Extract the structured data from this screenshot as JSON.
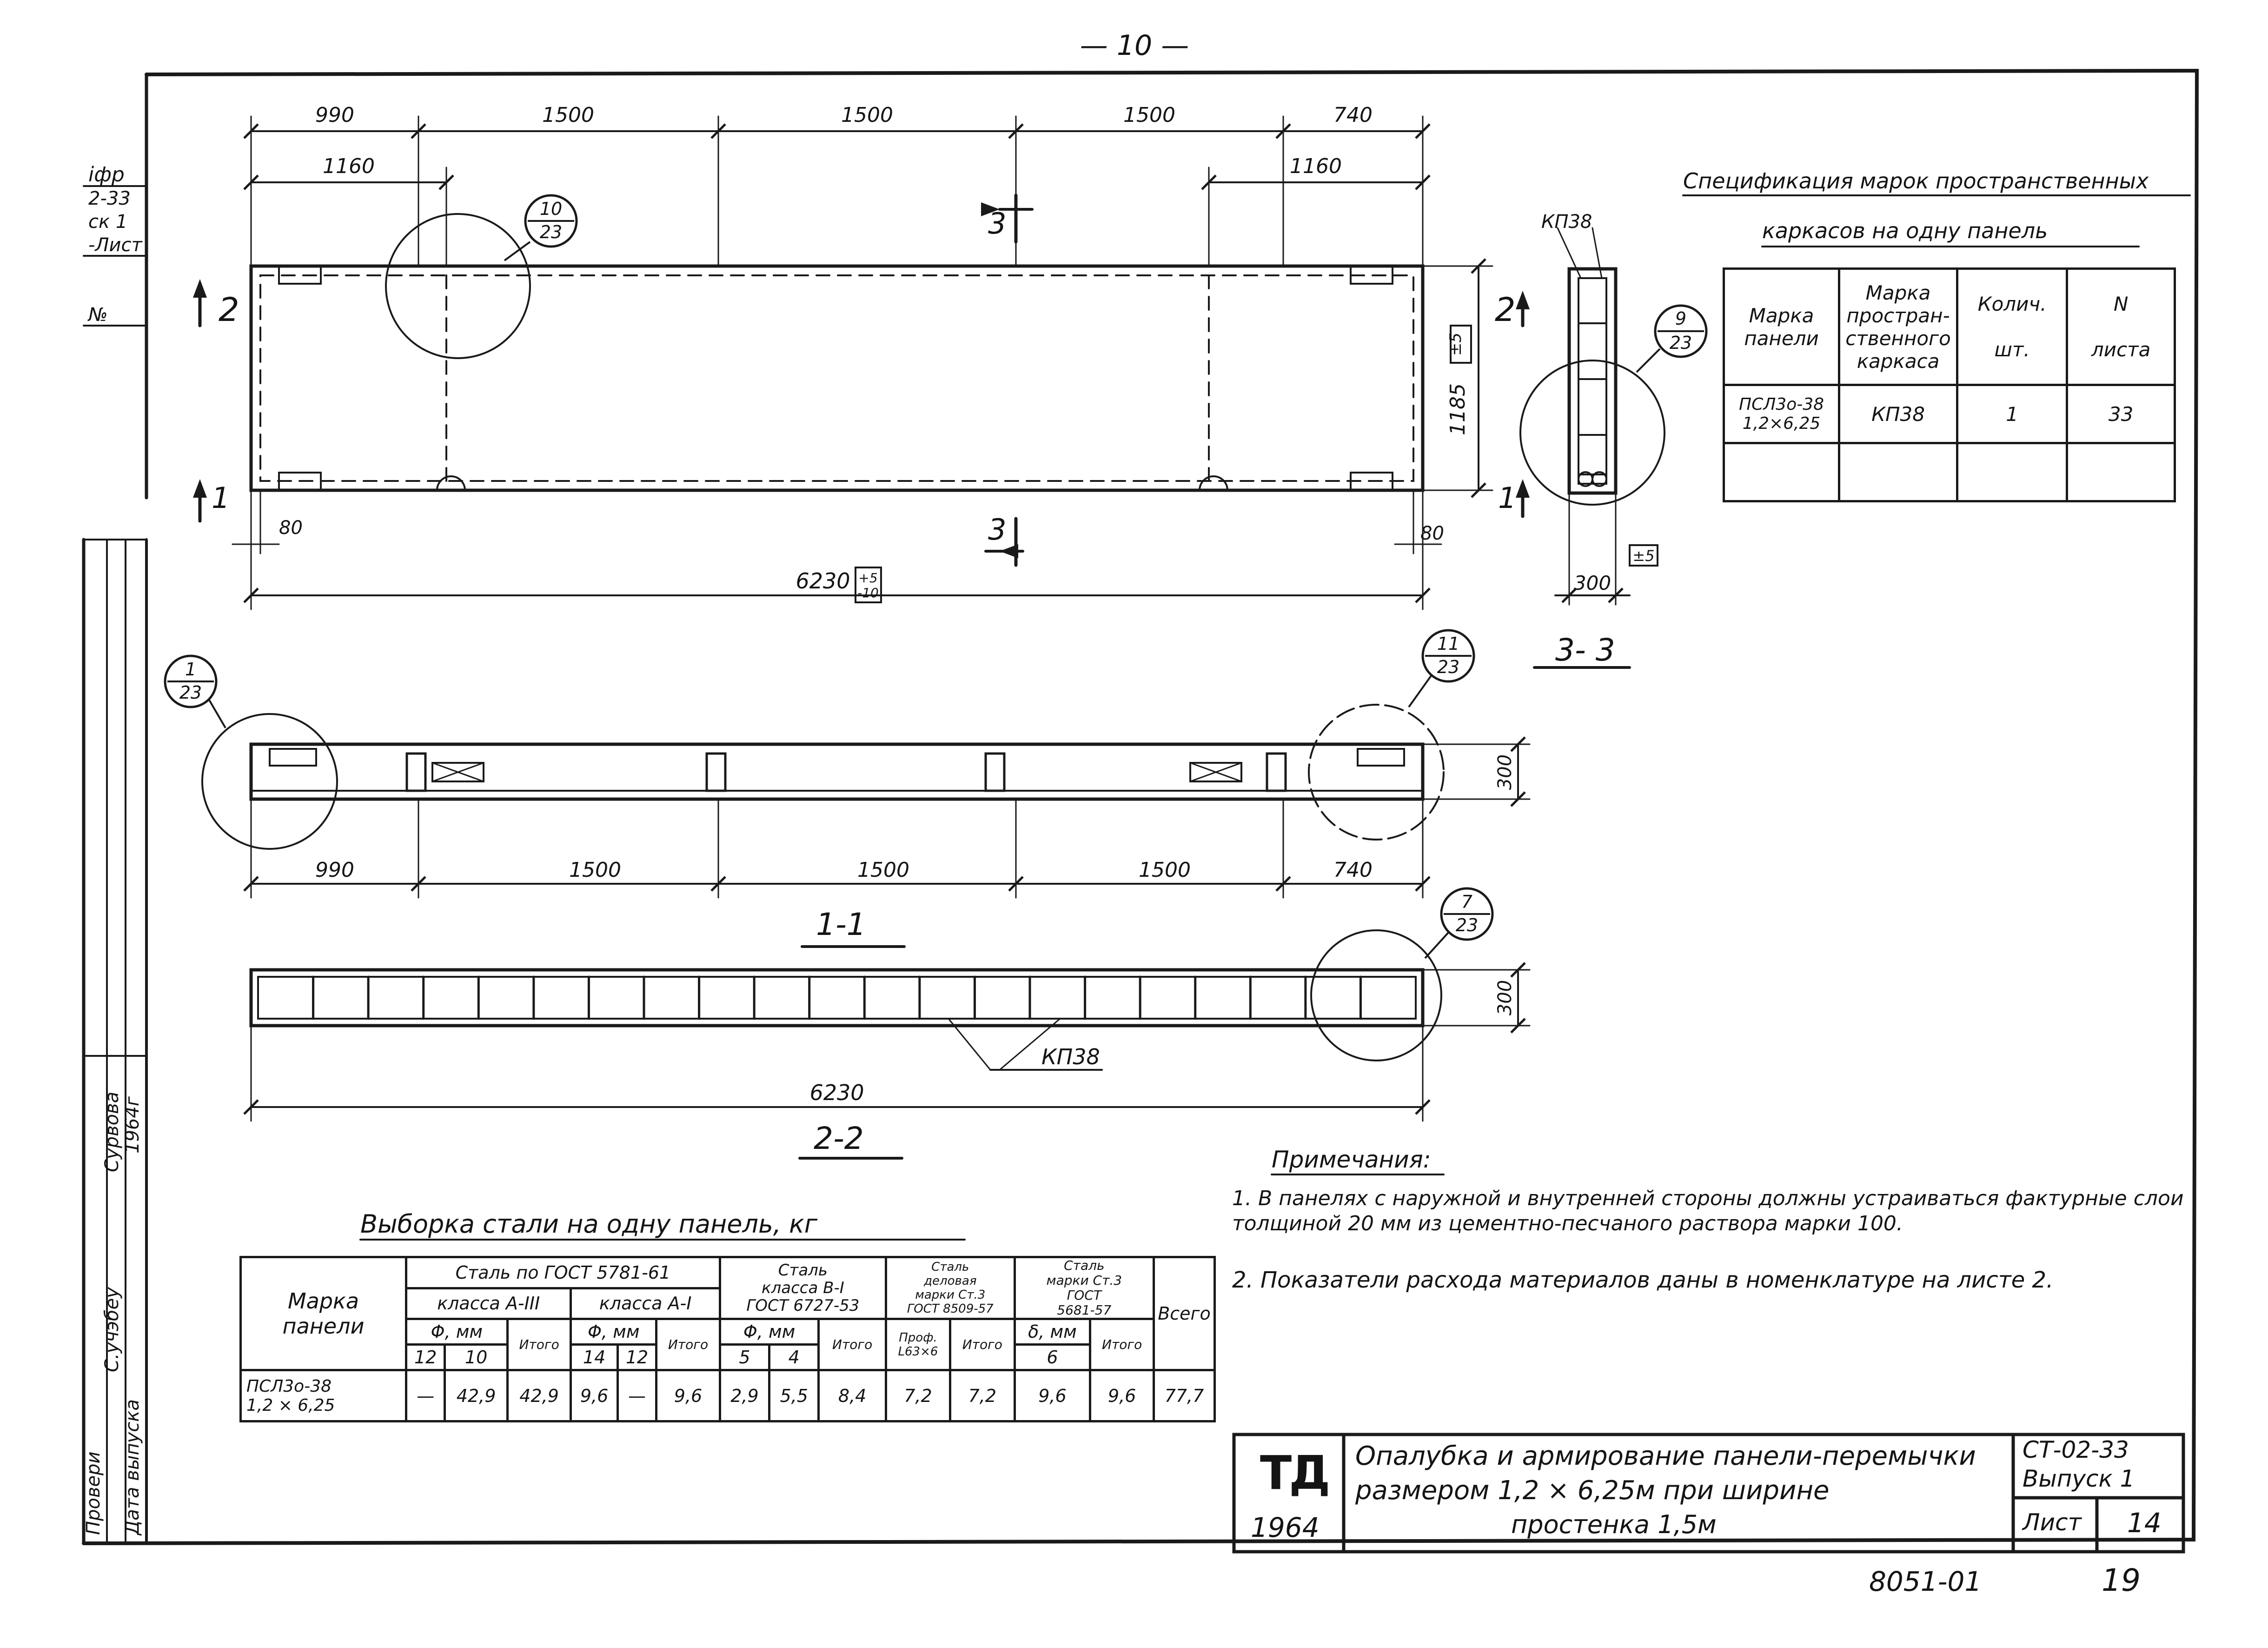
{
  "page_number_top": "— 10 —",
  "left_margin": {
    "codes": [
      "іфр",
      "2-33",
      "ск 1",
      "-Лист",
      "№"
    ],
    "stamp_names": [
      "Провери",
      "С.учэбеу",
      "Сурвова"
    ],
    "stamp_date_label": "Дата выпуска",
    "stamp_year": "1964г"
  },
  "plan_view": {
    "dims_top": [
      "990",
      "1500",
      "1500",
      "1500",
      "740"
    ],
    "dim_1160_left": "1160",
    "dim_1160_right": "1160",
    "dim_height": "1185",
    "dim_height_tol": "±5",
    "dim_80_left": "80",
    "dim_80_right": "80",
    "dim_total": "6230",
    "dim_total_tol": "+5\n-10",
    "callout_10": {
      "num": "10",
      "sheet": "23"
    },
    "section_marks": {
      "s2": "2",
      "s1": "1",
      "s3": "3"
    }
  },
  "section_33": {
    "label_kp": "КП38",
    "callout_9": {
      "num": "9",
      "sheet": "23"
    },
    "dim_width": "300",
    "dim_tol": "±5",
    "marks": {
      "s2": "2",
      "s1": "1"
    },
    "title": "3- 3"
  },
  "section_11": {
    "callout_1": {
      "num": "1",
      "sheet": "23"
    },
    "callout_11": {
      "num": "11",
      "sheet": "23"
    },
    "dims": [
      "990",
      "1500",
      "1500",
      "1500",
      "740"
    ],
    "dim_height": "300",
    "title": "1-1"
  },
  "section_22": {
    "callout_7": {
      "num": "7",
      "sheet": "23"
    },
    "label_kp": "КП38",
    "dim_height": "300",
    "dim_total": "6230",
    "title": "2-2"
  },
  "spec_table": {
    "title_line1": "Спецификация марок пространственных",
    "title_line2": "каркасов на одну панель",
    "headers": [
      "Марка\nпанели",
      "Марка\nпростран-\nственного\nкаркаса",
      "Колич.\n\nшт.",
      "N\n\nлиста"
    ],
    "rows": [
      [
        "ПСЛ3о-38\n1,2×6,25",
        "КП38",
        "1",
        "33"
      ],
      [
        "",
        "",
        "",
        ""
      ]
    ]
  },
  "notes": {
    "title": "Примечания:",
    "items": [
      "1. В панелях с наружной и внутренней стороны должны устраиваться фактурные слои толщиной 20 мм из цементно-песчаного раствора марки 100.",
      "2. Показатели расхода материалов даны в номенклатуре на листе 2."
    ]
  },
  "steel_table": {
    "title": "Выборка стали на одну панель, кг",
    "col_marka": "Марка\nпанели",
    "group_gost": "Сталь по ГОСТ 5781-61",
    "group_aiii": "класса А-III",
    "group_ai": "класса А-I",
    "group_b1": "Сталь\nкласса В-I\nГОСТ 6727-53",
    "group_prof": "Сталь\nделовая\nмарки Ст.3\nГОСТ 8509-57",
    "group_st3": "Сталь\nмарки Ст.3\nГОСТ\n5681-57",
    "col_total": "Всего",
    "sub_phi_mm": "Φ, мм",
    "sub_itogo": "Итого",
    "sub_prof": "Проф.\nL63×6",
    "sub_delta": "δ, мм",
    "diams": [
      "12",
      "10",
      "14",
      "12",
      "5",
      "4",
      "6"
    ],
    "row": {
      "marka": "ПСЛ3о-38\n1,2 × 6,25",
      "values": [
        "—",
        "42,9",
        "42,9",
        "9,6",
        "—",
        "9,6",
        "2,9",
        "5,5",
        "8,4",
        "7,2",
        "7,2",
        "9,6",
        "9,6",
        "77,7"
      ]
    }
  },
  "title_block": {
    "logo": "ТД",
    "year": "1964",
    "title_line1": "Опалубка и армирование панели-перемычки",
    "title_line2": "размером 1,2 × 6,25м при ширине",
    "title_line3": "простенка 1,5м",
    "series": "СТ-02-33",
    "issue": "Выпуск 1",
    "sheet_label": "Лист",
    "sheet_no": "14"
  },
  "bottom_code": "8051-01",
  "bottom_number": "19"
}
